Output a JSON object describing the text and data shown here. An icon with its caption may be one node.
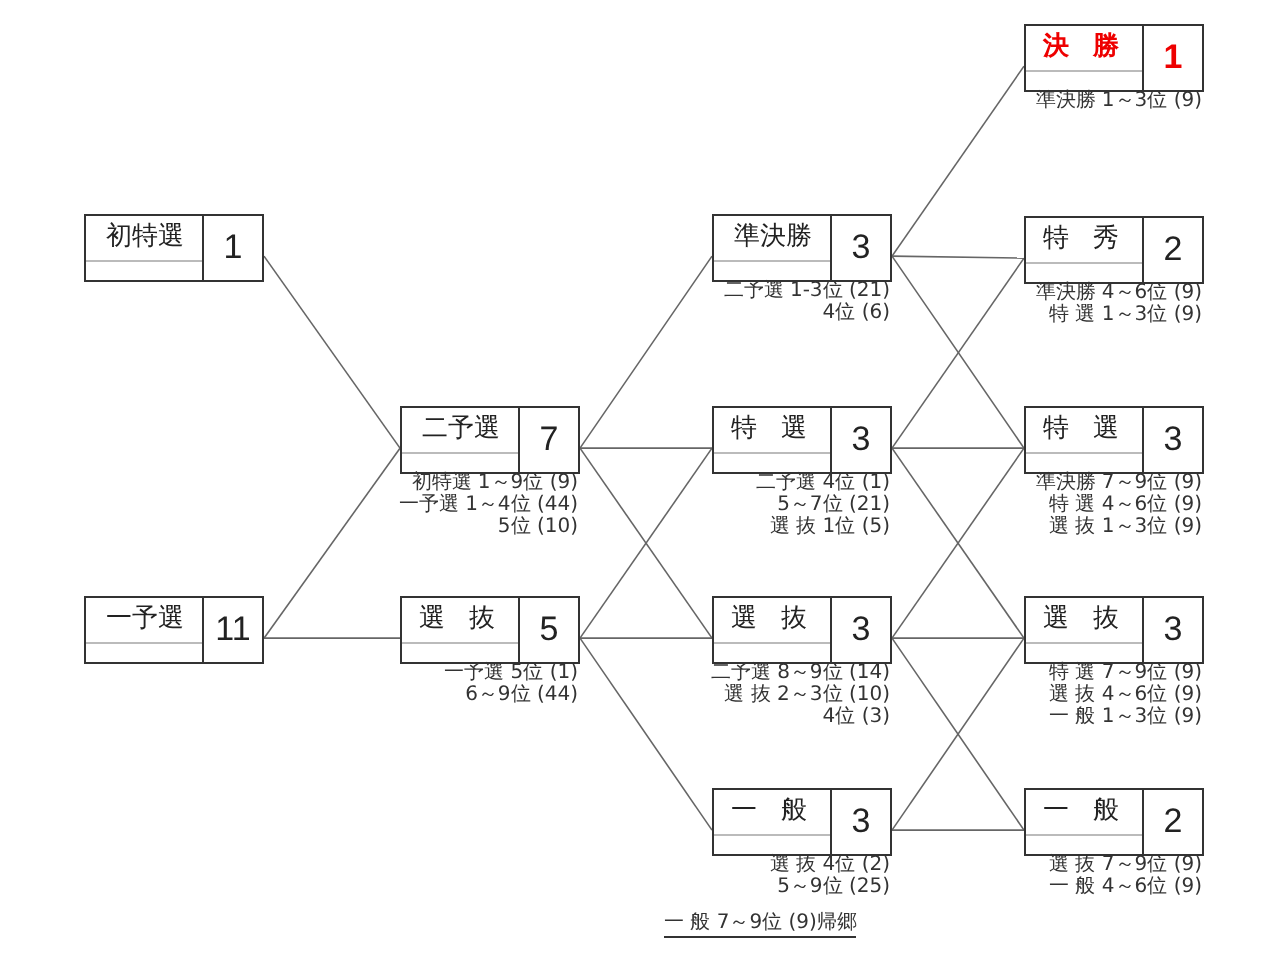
{
  "diagram": {
    "nodes": [
      {
        "text": [
          "初特選",
          "1"
        ]
      },
      {
        "text": [
          "一予選",
          "11"
        ]
      },
      {
        "text": [
          "二予選",
          "7"
        ],
        "beside": [
          "初特選 1～9位 (9)",
          "一予選 1～4位 (44)",
          "5位 (10)"
        ]
      },
      {
        "text": [
          "選 抜",
          "5"
        ],
        "beside": [
          "一予選 5位 (1)",
          "6～9位 (44)"
        ]
      },
      {
        "text": [
          "準決勝",
          "3"
        ],
        "beside": [
          "二予選 1-3位 (21)",
          "4位 (6)"
        ]
      },
      {
        "text": [
          "特 選",
          "3"
        ],
        "beside": [
          "二予選 4位 (1)",
          "5～7位 (21)",
          "選 抜 1位 (5)"
        ]
      },
      {
        "text": [
          "選 抜",
          "3"
        ],
        "beside": [
          "二予選 8～9位 (14)",
          "選 抜 2～3位 (10)",
          "4位 (3)"
        ]
      },
      {
        "text": [
          "一 般",
          "3"
        ],
        "beside": [
          "選 抜 4位 (2)",
          "5～9位 (25)"
        ]
      },
      {
        "text": [
          "決 勝",
          "1"
        ],
        "beside": [
          "準決勝 1～3位 (9)"
        ]
      },
      {
        "text": [
          "特 秀",
          "2"
        ],
        "beside": [
          "準決勝 4～6位 (9)",
          "特 選 1～3位 (9)"
        ]
      },
      {
        "text": [
          "特 選",
          "3"
        ],
        "beside": [
          "準決勝 7～9位 (9)",
          "特 選 4～6位 (9)",
          "選 抜 1～3位 (9)"
        ]
      },
      {
        "text": [
          "選 抜",
          "3"
        ],
        "beside": [
          "特 選 7～9位 (9)",
          "選 抜 4～6位 (9)",
          "一 般 1～3位 (9)"
        ]
      },
      {
        "text": [
          "一 般",
          "2"
        ],
        "beside": [
          "選 抜 7～9位 (9)",
          "一 般 4～6位 (9)"
        ]
      }
    ],
    "edges": [
      {
        "from": 0,
        "to": 2,
        "arrow": "none"
      },
      {
        "from": 1,
        "to": 2,
        "arrow": "none"
      },
      {
        "from": 1,
        "to": 3,
        "arrow": "none"
      },
      {
        "from": 2,
        "to": 4,
        "arrow": "none"
      },
      {
        "from": 2,
        "to": 5,
        "arrow": "none"
      },
      {
        "from": 2,
        "to": 6,
        "arrow": "none"
      },
      {
        "from": 3,
        "to": 5,
        "arrow": "none"
      },
      {
        "from": 3,
        "to": 6,
        "arrow": "none"
      },
      {
        "from": 3,
        "to": 7,
        "arrow": "none"
      },
      {
        "from": 4,
        "to": 8,
        "arrow": "none"
      },
      {
        "from": 4,
        "to": 9,
        "arrow": "none"
      },
      {
        "from": 4,
        "to": 10,
        "arrow": "none"
      },
      {
        "from": 5,
        "to": 9,
        "arrow": "none"
      },
      {
        "from": 5,
        "to": 10,
        "arrow": "none"
      },
      {
        "from": 5,
        "to": 11,
        "arrow": "none"
      },
      {
        "from": 6,
        "to": 10,
        "arrow": "none"
      },
      {
        "from": 6,
        "to": 11,
        "arrow": "none"
      },
      {
        "from": 6,
        "to": 12,
        "arrow": "none"
      },
      {
        "from": 7,
        "to": 11,
        "arrow": "none"
      },
      {
        "from": 7,
        "to": 12,
        "arrow": "none"
      }
    ],
    "labels": [
      "一 般 7～9位 (9)帰郷"
    ]
  }
}
